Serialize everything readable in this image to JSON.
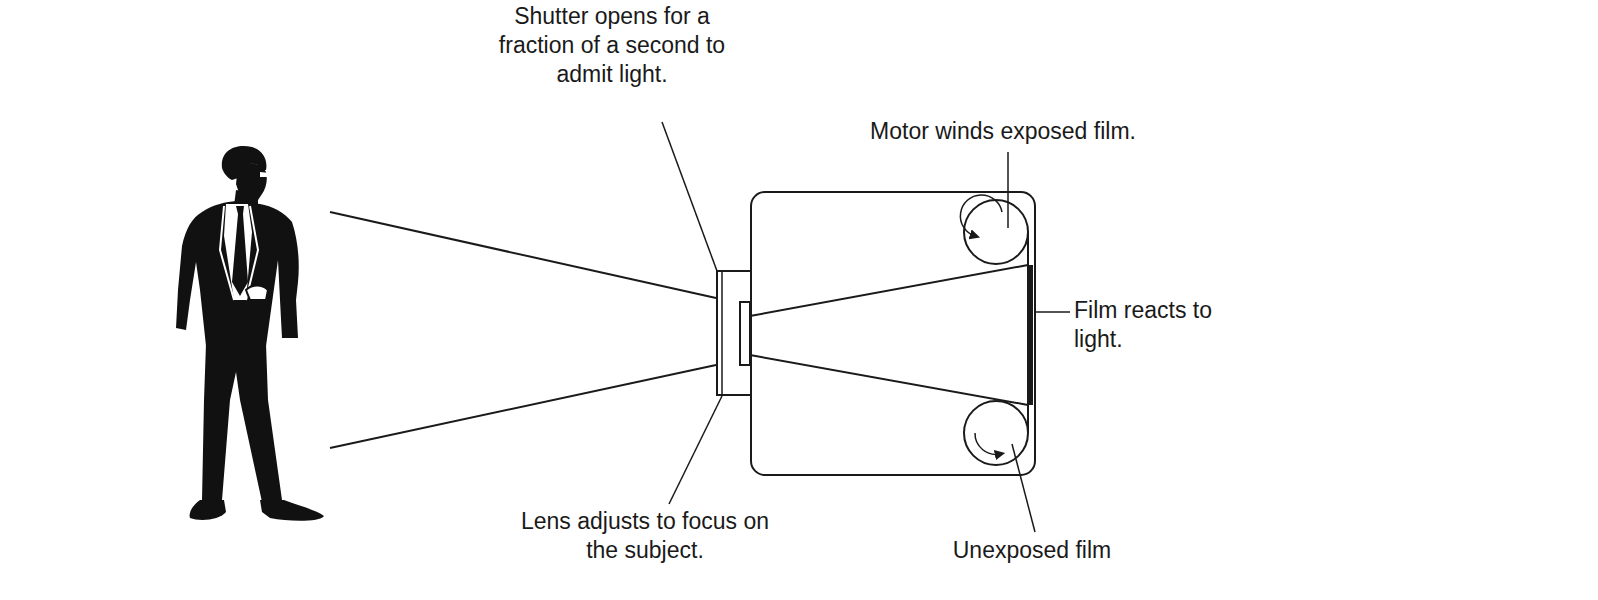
{
  "diagram": {
    "labels": [
      "Shutter opens for a fraction of a second to admit light.",
      "Motor winds exposed film.",
      "Film reacts to light.",
      "Lens adjusts to focus on the subject.",
      "Unexposed film"
    ]
  }
}
